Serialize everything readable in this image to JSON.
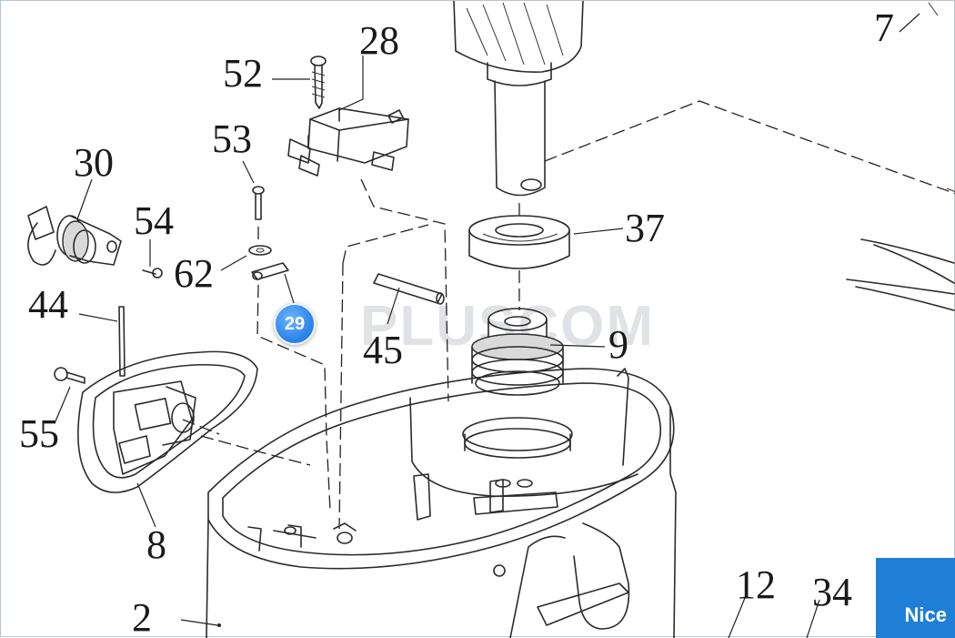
{
  "diagram": {
    "part_labels": {
      "p7": "7",
      "p28": "28",
      "p52": "52",
      "p53": "53",
      "p30": "30",
      "p54": "54",
      "p62": "62",
      "p44": "44",
      "p37": "37",
      "p45": "45",
      "p9": "9",
      "p55": "55",
      "p8": "8",
      "p2": "2",
      "p12": "12",
      "p34": "34"
    },
    "hotspot": {
      "label": "29",
      "color": "#2f86ea"
    },
    "watermark": "PLUSCOM",
    "brand_logo": "Nice",
    "brand_color": "#1f7ed6"
  }
}
